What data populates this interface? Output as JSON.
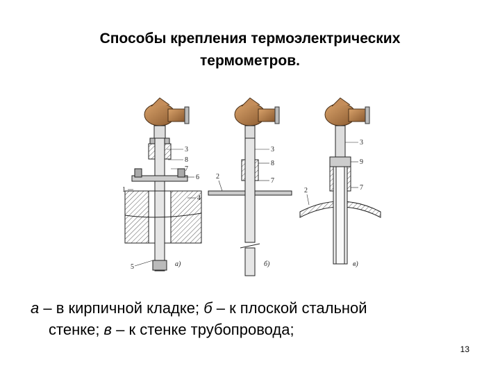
{
  "slide": {
    "title_line1": "Способы крепления термоэлектрических",
    "title_line2": "термометров.",
    "caption": {
      "a_letter": "а",
      "a_text": " – в кирпичной кладке; ",
      "b_letter": "б",
      "b_text": " – к плоской стальной",
      "c_prefix": "стенке; ",
      "c_letter": "в",
      "c_text": " – к стенке трубопровода;"
    },
    "slide_number": "13"
  },
  "figure": {
    "variant_a": {
      "caption": "а)",
      "labels": [
        "3",
        "8",
        "7",
        "6",
        "4",
        "1",
        "5"
      ]
    },
    "variant_b": {
      "caption": "б)",
      "labels": [
        "3",
        "8",
        "2",
        "7"
      ]
    },
    "variant_c": {
      "caption": "в)",
      "labels": [
        "3",
        "9",
        "2",
        "7"
      ]
    },
    "colors": {
      "head": "#b3804d",
      "head_dark": "#7a5230",
      "metal": "#d8d8d8",
      "hatch": "#555555"
    }
  }
}
